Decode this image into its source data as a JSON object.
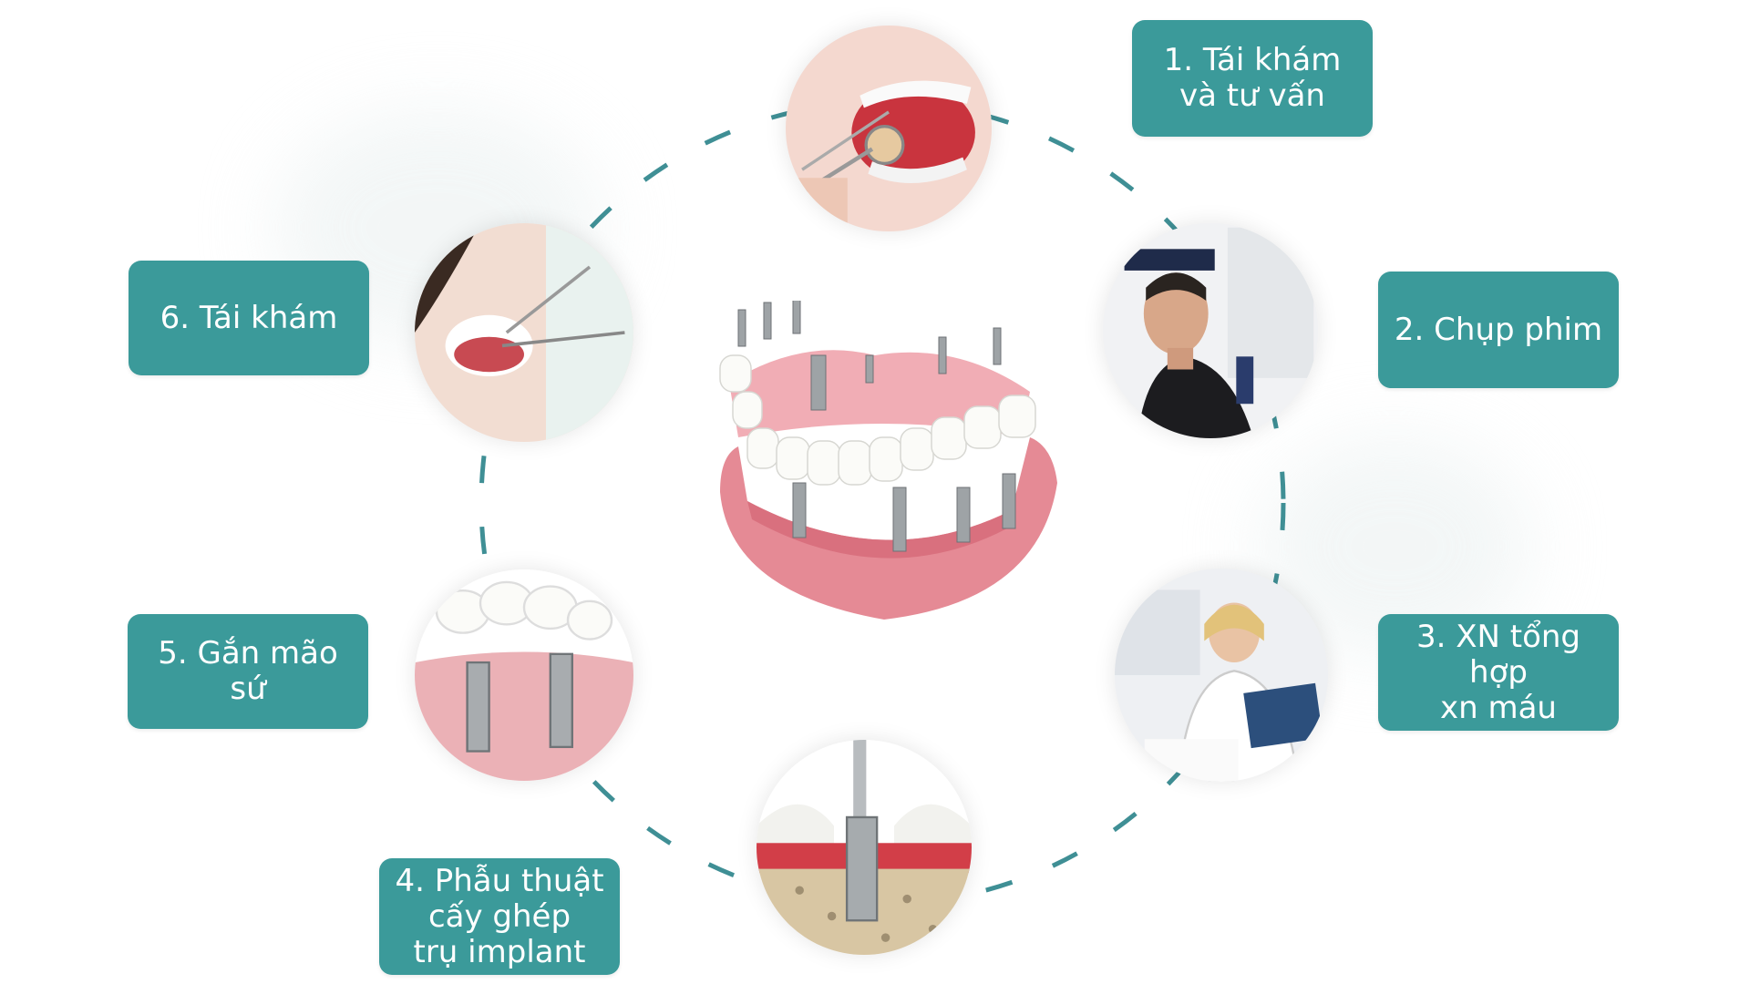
{
  "steps": [
    {
      "label": "1. Tái khám\nvà tư vấn"
    },
    {
      "label": "2. Chụp phim"
    },
    {
      "label": "3. XN tổng hợp\nxn máu"
    },
    {
      "label": "4. Phẫu thuật\ncấy ghép\ntrụ implant"
    },
    {
      "label": "5. Gắn mão sứ"
    },
    {
      "label": "6. Tái khám"
    }
  ],
  "colors": {
    "label_bg": "#3b9a9a",
    "label_text": "#ffffff",
    "ring_dash": "#3f8f95",
    "gum": "#e58a95",
    "tooth": "#fbfbf8"
  },
  "icons": [
    "dental-exam-mirror-illustration",
    "xray-scan-patient-illustration",
    "doctor-laptop-illustration",
    "implant-in-bone-illustration",
    "crown-on-implants-illustration",
    "checkup-patient-smile-illustration",
    "full-arch-implant-denture-illustration"
  ]
}
